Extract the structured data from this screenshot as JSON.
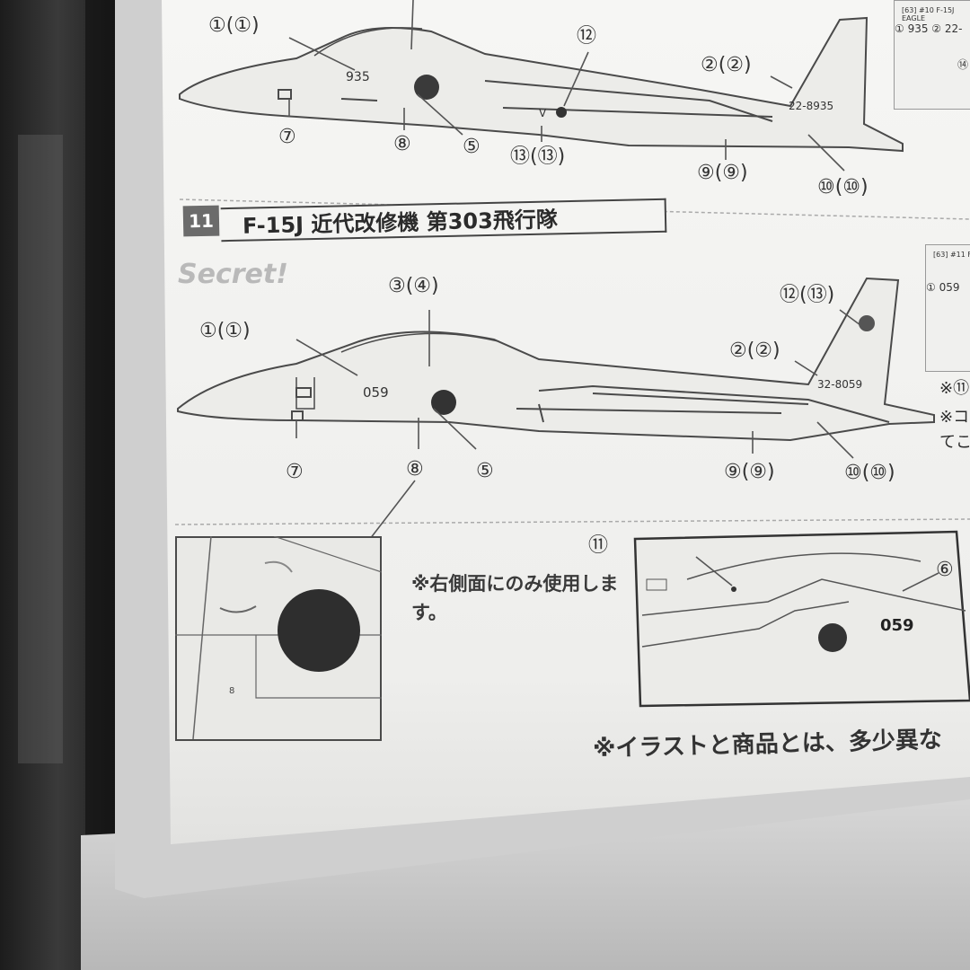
{
  "top_callouts": {
    "c1": "①(①)",
    "c7": "⑦",
    "c8": "⑧",
    "c5": "⑤",
    "c12": "⑫",
    "c13": "⑬(⑬)",
    "c2": "②(②)",
    "c9": "⑨(⑨)",
    "c10": "⑩(⑩)",
    "serial_nose": "935",
    "serial_tail": "22-8935"
  },
  "section": {
    "number": "11",
    "title": "F-15J 近代改修機 第303飛行隊",
    "watermark": "Secret!"
  },
  "main_callouts": {
    "c1": "①(①)",
    "c3_4": "③(④)",
    "c12_13": "⑫(⑬)",
    "c2": "②(②)",
    "c7": "⑦",
    "c8": "⑧",
    "c5": "⑤",
    "c9": "⑨(⑨)",
    "c10": "⑩(⑩)",
    "serial_nose": "059",
    "serial_tail": "32-8059"
  },
  "detail": {
    "note": "※右側面にのみ使用します。",
    "c11": "⑪",
    "c6": "⑥",
    "serial": "059"
  },
  "right_edge": {
    "row1": "① 935 ② 22-",
    "row2": "① 059",
    "label1": "[63] #10 F-15J EAGLE",
    "label2": "[63] #11 F",
    "note_fragment_1": "※⑪",
    "note_fragment_2": "※コ",
    "note_fragment_3": "てこ",
    "c14": "⑭"
  },
  "footer": "※イラストと商品とは、多少異な"
}
